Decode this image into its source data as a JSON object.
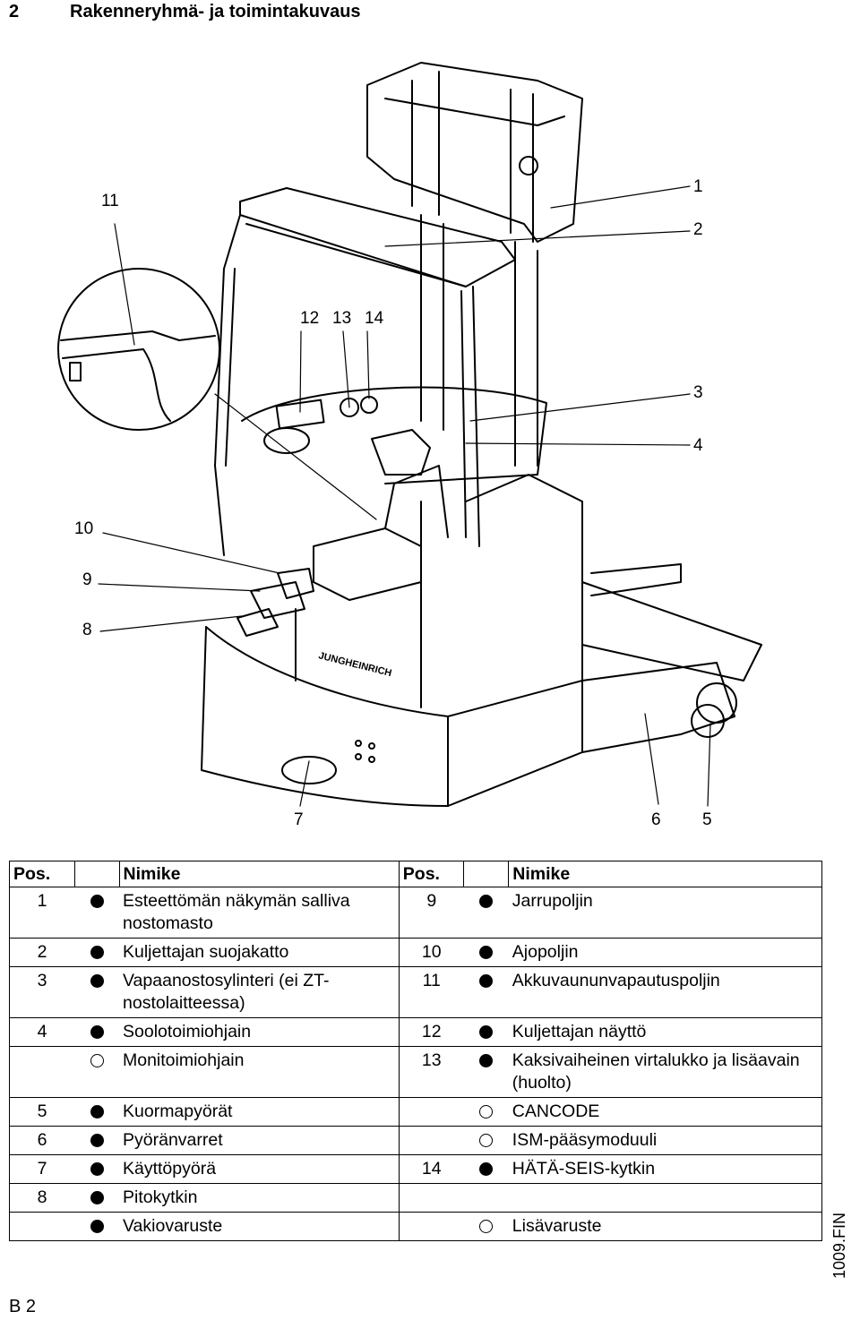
{
  "header": {
    "section_number": "2",
    "title": "Rakenneryhmä- ja toimintakuvaus"
  },
  "illustration": {
    "brand_logo_text": "JUNGHEINRICH",
    "callouts": {
      "c1": "1",
      "c2": "2",
      "c3": "3",
      "c4": "4",
      "c5": "5",
      "c6": "6",
      "c7": "7",
      "c8": "8",
      "c9": "9",
      "c10": "10",
      "c11": "11",
      "c12": "12",
      "c13": "13",
      "c14": "14"
    }
  },
  "table": {
    "headers": {
      "pos_left": "Pos.",
      "name_left": "Nimike",
      "pos_right": "Pos.",
      "name_right": "Nimike"
    },
    "rows": [
      {
        "lpos": "1",
        "lsym": "standard",
        "lname": "Esteettömän näkymän salliva nostomasto",
        "rpos": "9",
        "rsym": "standard",
        "rname": "Jarrupoljin"
      },
      {
        "lpos": "2",
        "lsym": "standard",
        "lname": "Kuljettajan suojakatto",
        "rpos": "10",
        "rsym": "standard",
        "rname": "Ajopoljin"
      },
      {
        "lpos": "3",
        "lsym": "standard",
        "lname": "Vapaanostosylinteri (ei ZT-nostolaitteessa)",
        "rpos": "11",
        "rsym": "standard",
        "rname": "Akkuvaununvapautuspoljin"
      },
      {
        "lpos": "4",
        "lsym": "standard",
        "lname": "Soolotoimiohjain",
        "rpos": "12",
        "rsym": "standard",
        "rname": "Kuljettajan näyttö"
      },
      {
        "lpos": "",
        "lsym": "optional",
        "lname": "Monitoimiohjain",
        "rpos": "13",
        "rsym": "standard",
        "rname": "Kaksivaiheinen virtalukko ja lisäavain (huolto)"
      },
      {
        "lpos": "5",
        "lsym": "standard",
        "lname": "Kuormapyörät",
        "rpos": "",
        "rsym": "optional",
        "rname": "CANCODE"
      },
      {
        "lpos": "6",
        "lsym": "standard",
        "lname": "Pyöränvarret",
        "rpos": "",
        "rsym": "optional",
        "rname": "ISM-pääsymoduuli"
      },
      {
        "lpos": "7",
        "lsym": "standard",
        "lname": "Käyttöpyörä",
        "rpos": "14",
        "rsym": "standard",
        "rname": "HÄTÄ-SEIS-kytkin"
      },
      {
        "lpos": "8",
        "lsym": "standard",
        "lname": "Pitokytkin",
        "rpos": "",
        "rsym": "none",
        "rname": ""
      },
      {
        "lpos": "",
        "lsym": "standard",
        "lname": "Vakiovaruste",
        "rpos": "",
        "rsym": "optional",
        "rname": "Lisävaruste"
      }
    ]
  },
  "footer": {
    "doc_code": "1009.FIN",
    "page": "B 2"
  }
}
